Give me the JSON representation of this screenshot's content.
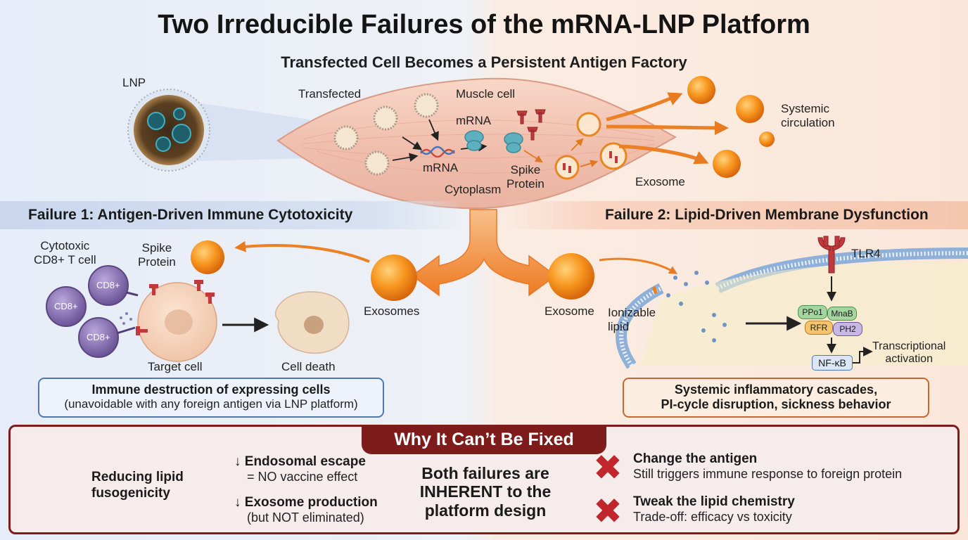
{
  "title": "Two Irreducible Failures of the mRNA-LNP Platform",
  "subtitle": "Transfected Cell Becomes a Persistent Antigen Factory",
  "top_diagram": {
    "lnp_label": "LNP",
    "transfected_label": "Transfected",
    "muscle_cell_label": "Muscle cell",
    "mrna_label_1": "mRNA",
    "mrna_label_2": "mRNA",
    "spike_label": "Spike\nProtein",
    "cytoplasm_label": "Cytoplasm",
    "exosome_label": "Exosome",
    "circulation_label": "Systemic\ncirculation"
  },
  "failure1": {
    "heading": "Failure 1: Antigen-Driven Immune Cytotoxicity",
    "cytotoxic_label": "Cytotoxic\nCD8+ T cell",
    "spike_label": "Spike\nProtein",
    "tcell_label": "CD8+",
    "target_label": "Target cell",
    "death_label": "Cell death",
    "exosomes_label": "Exosomes",
    "box_strong": "Immune destruction of expressing cells",
    "box_normal": "(unavoidable with any foreign antigen via LNP platform)"
  },
  "failure2": {
    "heading": "Failure 2: Lipid-Driven Membrane Dysfunction",
    "exosome_label": "Exosome",
    "ionizable_label": "Ionizable\nlipid",
    "tlr4_label": "TLR4",
    "pp01_label": "PPo1",
    "mnab_label": "MnaB",
    "rfr_label": "RFR",
    "ph2_label": "PH2",
    "nfkb_label": "NF-κB",
    "transcription_label": "Transcriptional\nactivation",
    "box_strong_1": "Systemic inflammatory cascades,",
    "box_strong_2": "PI-cycle disruption, sickness behavior"
  },
  "why_panel": {
    "heading": "Why It Can’t Be Fixed",
    "reducing_label": "Reducing lipid\nfusogenicity",
    "endosomal_strong": "↓ Endosomal escape",
    "endosomal_norm": "= NO vaccine effect",
    "exosome_strong": "↓ Exosome production",
    "exosome_norm": "(but NOT eliminated)",
    "center_message": "Both failures are\nINHERENT to the\nplatform design",
    "fix1_strong": "Change the antigen",
    "fix1_norm": "Still triggers immune response to foreign protein",
    "fix2_strong": "Tweak the lipid chemistry",
    "fix2_norm": "Trade-off: efficacy vs toxicity"
  },
  "colors": {
    "exosome_orange": "#f28c1a",
    "tcell_purple": "#7b62a8",
    "panel_maroon": "#7e1c1c",
    "box1_blue": "#4d79b0",
    "box2_orange": "#c8662f",
    "cross_red": "#c0262b",
    "receptor_red": "#c0393c"
  }
}
